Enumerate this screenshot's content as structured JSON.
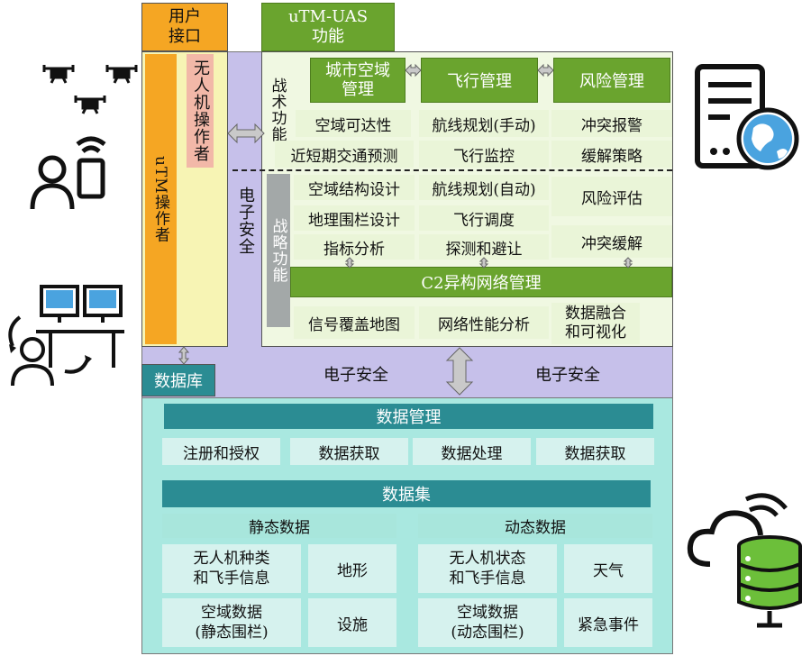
{
  "header": {
    "user_interface": "用户\n接口",
    "utm_uas": "uTM-UAS\n功能"
  },
  "left_column": {
    "utm_operator": "uTM操作者",
    "uav_operator": "无人机操作者",
    "cyber_security_vertical": "电子安全",
    "database": "数据库"
  },
  "tactical": {
    "title": "战术功能",
    "modules": [
      "城市空域\n管理",
      "飞行管理",
      "风险管理"
    ],
    "rows": [
      [
        "空域可达性",
        "航线规划(手动)",
        "冲突报警"
      ],
      [
        "近短期交通预测",
        "飞行监控",
        "缓解策略"
      ]
    ]
  },
  "strategic": {
    "title": "战略功能",
    "col1": [
      "空域结构设计",
      "地理围栏设计",
      "指标分析"
    ],
    "col2": [
      "航线规划(自动)",
      "飞行调度",
      "探测和避让"
    ],
    "col3": [
      "风险评估",
      "冲突缓解"
    ],
    "c2": "C2异构网络管理",
    "bottom": [
      "信号覆盖地图",
      "网络性能分析",
      "数据融合\n和可视化"
    ]
  },
  "security_band": {
    "left": "电子安全",
    "right": "电子安全"
  },
  "data_management": {
    "title": "数据管理",
    "items": [
      "注册和授权",
      "数据获取",
      "数据处理",
      "数据获取"
    ]
  },
  "dataset": {
    "title": "数据集",
    "static": {
      "title": "静态数据",
      "cells": [
        "无人机种类\n和飞手信息",
        "地形",
        "空域数据\n(静态围栏)",
        "设施"
      ]
    },
    "dynamic": {
      "title": "动态数据",
      "cells": [
        "无人机状态\n和飞手信息",
        "天气",
        "空域数据\n(动态围栏)",
        "紧急事件"
      ]
    }
  },
  "colors": {
    "orange": "#f5a623",
    "yellow_light": "#f7f4b4",
    "lavender": "#c6c0ea",
    "green": "#6aa42e",
    "green_light": "#eaf5d8",
    "teal": "#2b8c93",
    "mint": "#d6f2ee"
  },
  "icons": [
    "drone-icon",
    "remote-pilot-icon",
    "operator-workstation-icon",
    "server-globe-icon",
    "cloud-database-icon"
  ]
}
